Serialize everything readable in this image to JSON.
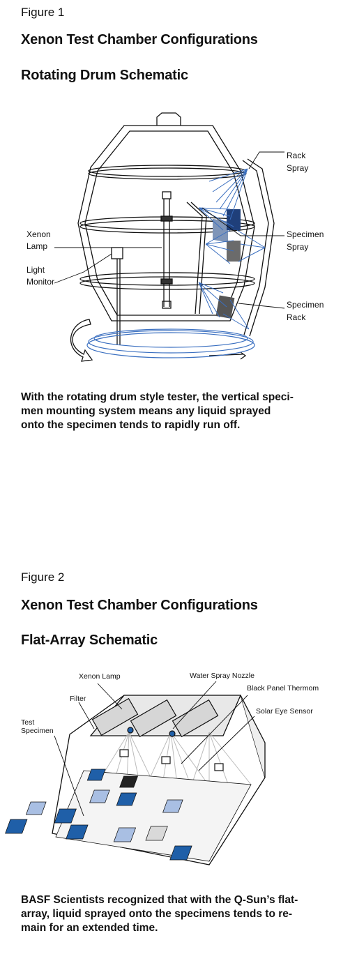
{
  "figure1": {
    "label": "Figure 1",
    "title": "Xenon Test Chamber Configurations",
    "subtitle": "Rotating Drum Schematic",
    "callouts": {
      "rack_spray": [
        "Rack",
        "Spray"
      ],
      "xenon_lamp": [
        "Xenon",
        "Lamp"
      ],
      "light_monitor": [
        "Light",
        "Monitor"
      ],
      "specimen_spray": [
        "Specimen",
        "Spray"
      ],
      "specimen_rack": [
        "Specimen",
        "Rack"
      ]
    },
    "caption": [
      "With the rotating drum style tester, the vertical speci-",
      "men mounting system means any liquid sprayed",
      "onto the specimen tends to rapidly run off."
    ]
  },
  "figure2": {
    "label": "Figure 2",
    "title": "Xenon Test Chamber Configurations",
    "subtitle": "Flat-Array Schematic",
    "callouts": {
      "xenon_lamp": "Xenon  Lamp",
      "water_spray_nozzle": "Water Spray Nozzle",
      "black_panel": "Black Panel Thermom",
      "filter": "Filter",
      "solar_eye": "Solar Eye Sensor",
      "test_specimen": [
        "Test",
        "Specimen"
      ]
    },
    "caption": [
      "BASF Scientists recognized that with the Q-Sun’s flat-",
      "array, liquid sprayed onto the specimens tends to re-",
      "main for an extended time."
    ]
  },
  "colors": {
    "specimen_blue": "#1f5fa8",
    "light_blue": "#a9bfe3",
    "spray_blue": "#3a6fc0",
    "outline": "#111111"
  }
}
